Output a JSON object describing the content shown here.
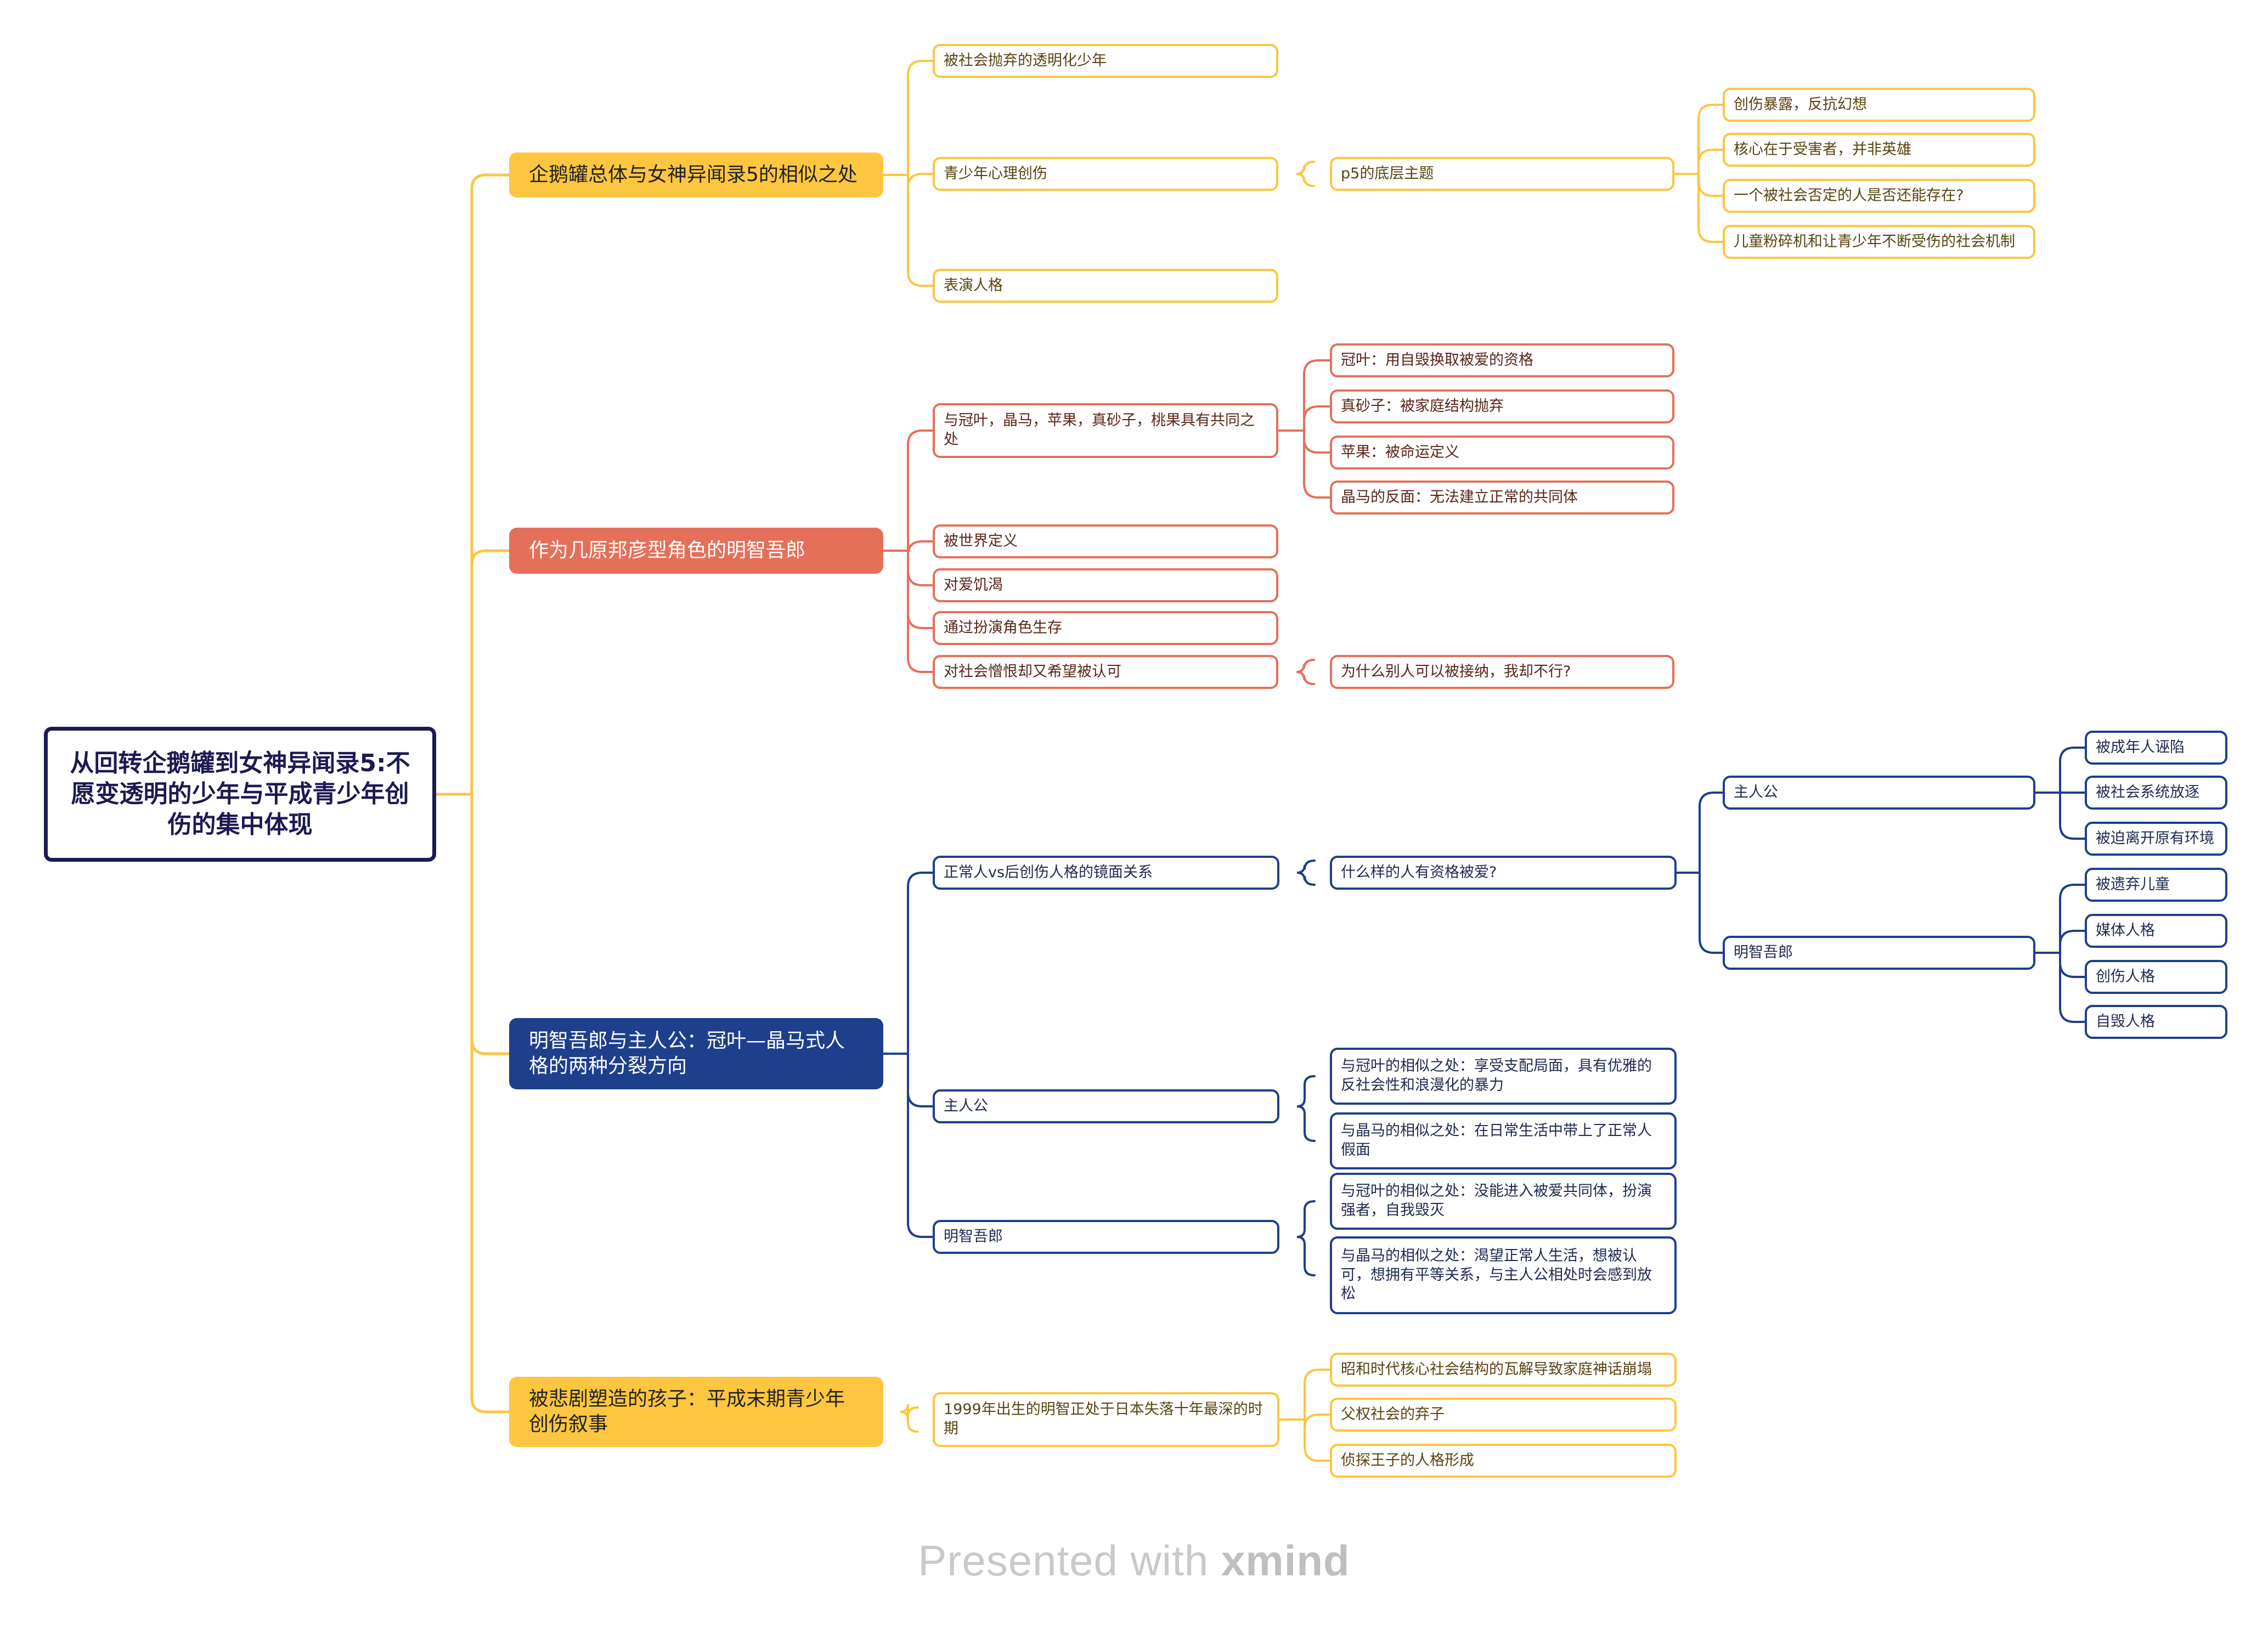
{
  "colors": {
    "yellow": "#fdc640",
    "red": "#e5705a",
    "navy": "#1e3f8c",
    "root": "#1b1a52"
  },
  "root": {
    "text": "从回转企鹅罐到女神异闻录5:不愿变透明的少年与平成青少年创伤的集中体现"
  },
  "branches": [
    {
      "text": "企鹅罐总体与女神异闻录5的相似之处",
      "color": "yellow",
      "children": [
        {
          "text": "被社会抛弃的透明化少年"
        },
        {
          "text": "青少年心理创伤",
          "children": [
            {
              "text": "p5的底层主题",
              "children": [
                {
                  "text": "创伤暴露，反抗幻想"
                },
                {
                  "text": "核心在于受害者，并非英雄"
                },
                {
                  "text": "一个被社会否定的人是否还能存在?"
                },
                {
                  "text": "儿童粉碎机和让青少年不断受伤的社会机制"
                }
              ]
            }
          ]
        },
        {
          "text": "表演人格"
        }
      ]
    },
    {
      "text": "作为几原邦彦型角色的明智吾郎",
      "color": "red",
      "children": [
        {
          "text": "与冠叶，晶马，苹果，真砂子，桃果具有共同之处",
          "children": [
            {
              "text": "冠叶：用自毁换取被爱的资格"
            },
            {
              "text": "真砂子：被家庭结构抛弃"
            },
            {
              "text": "苹果：被命运定义"
            },
            {
              "text": "晶马的反面：无法建立正常的共同体"
            }
          ]
        },
        {
          "text": "被世界定义"
        },
        {
          "text": "对爱饥渴"
        },
        {
          "text": "通过扮演角色生存"
        },
        {
          "text": "对社会憎恨却又希望被认可",
          "children": [
            {
              "text": "为什么别人可以被接纳，我却不行?"
            }
          ]
        }
      ]
    },
    {
      "text": "明智吾郎与主人公：冠叶—晶马式人格的两种分裂方向",
      "color": "navy",
      "children": [
        {
          "text": "正常人vs后创伤人格的镜面关系",
          "children": [
            {
              "text": "什么样的人有资格被爱?",
              "children": [
                {
                  "text": "主人公",
                  "children": [
                    {
                      "text": "被成年人诬陷"
                    },
                    {
                      "text": "被社会系统放逐"
                    },
                    {
                      "text": "被迫离开原有环境"
                    }
                  ]
                },
                {
                  "text": "明智吾郎",
                  "children": [
                    {
                      "text": "被遗弃儿童"
                    },
                    {
                      "text": "媒体人格"
                    },
                    {
                      "text": "创伤人格"
                    },
                    {
                      "text": "自毁人格"
                    }
                  ]
                }
              ]
            }
          ]
        },
        {
          "text": "主人公",
          "children": [
            {
              "text": "与冠叶的相似之处：享受支配局面，具有优雅的反社会性和浪漫化的暴力"
            },
            {
              "text": "与晶马的相似之处：在日常生活中带上了正常人假面"
            }
          ]
        },
        {
          "text": "明智吾郎",
          "children": [
            {
              "text": "与冠叶的相似之处：没能进入被爱共同体，扮演强者，自我毁灭"
            },
            {
              "text": "与晶马的相似之处：渴望正常人生活，想被认可，想拥有平等关系，与主人公相处时会感到放松"
            }
          ]
        }
      ]
    },
    {
      "text": "被悲剧塑造的孩子：平成末期青少年创伤叙事",
      "color": "yellow",
      "children": [
        {
          "text": "1999年出生的明智正处于日本失落十年最深的时期",
          "children": [
            {
              "text": "昭和时代核心社会结构的瓦解导致家庭神话崩塌"
            },
            {
              "text": "父权社会的弃子"
            },
            {
              "text": "侦探王子的人格形成"
            }
          ]
        }
      ]
    }
  ],
  "watermark": {
    "prefix": "Presented with ",
    "brand": "xmind"
  }
}
